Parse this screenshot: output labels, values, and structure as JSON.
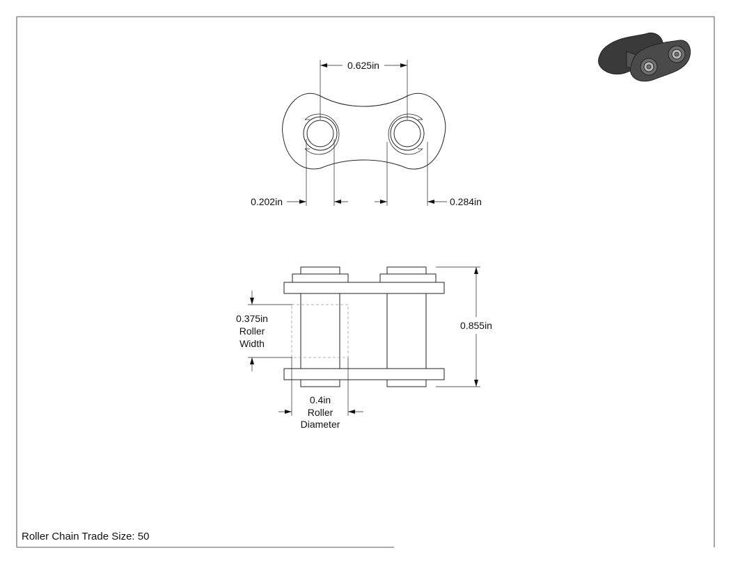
{
  "title_block": {
    "label": "Roller Chain Trade Size: 50"
  },
  "top_view": {
    "pitch": "0.625in",
    "left_dim": "0.202in",
    "right_dim": "0.284in"
  },
  "side_view": {
    "height": "0.855in",
    "roller_width": {
      "value": "0.375in",
      "line2": "Roller",
      "line3": "Width"
    },
    "roller_diameter": {
      "value": "0.4in",
      "line2": "Roller",
      "line3": "Diameter"
    }
  },
  "colors": {
    "line": "#222222",
    "hidden": "#999999",
    "iso_dark": "#3a3a3a",
    "iso_mid": "#6e6e6e",
    "iso_light": "#b8b8b8"
  }
}
